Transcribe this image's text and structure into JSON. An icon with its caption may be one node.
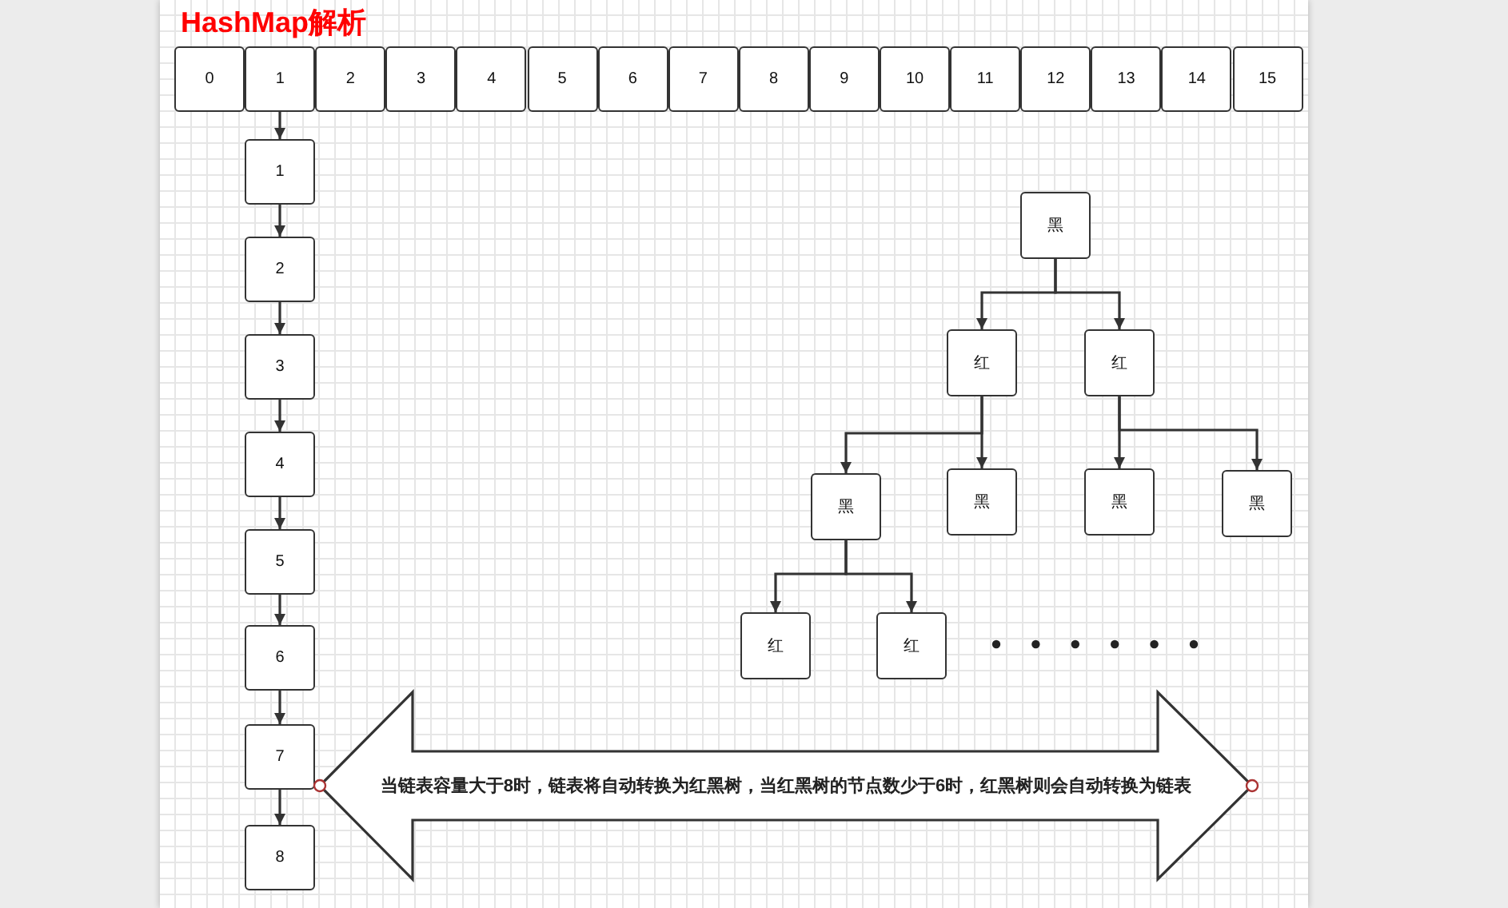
{
  "diagram": {
    "title": "HashMap解析",
    "nodes": [
      {
        "text": [
          "0"
        ]
      },
      {
        "text": [
          "1"
        ]
      },
      {
        "text": [
          "2"
        ]
      },
      {
        "text": [
          "3"
        ]
      },
      {
        "text": [
          "4"
        ]
      },
      {
        "text": [
          "5"
        ]
      },
      {
        "text": [
          "6"
        ]
      },
      {
        "text": [
          "7"
        ]
      },
      {
        "text": [
          "8"
        ]
      },
      {
        "text": [
          "9"
        ]
      },
      {
        "text": [
          "10"
        ]
      },
      {
        "text": [
          "11"
        ]
      },
      {
        "text": [
          "12"
        ]
      },
      {
        "text": [
          "13"
        ]
      },
      {
        "text": [
          "14"
        ]
      },
      {
        "text": [
          "15"
        ]
      },
      {
        "text": [
          "1"
        ]
      },
      {
        "text": [
          "2"
        ]
      },
      {
        "text": [
          "3"
        ]
      },
      {
        "text": [
          "4"
        ]
      },
      {
        "text": [
          "5"
        ]
      },
      {
        "text": [
          "6"
        ]
      },
      {
        "text": [
          "7"
        ]
      },
      {
        "text": [
          "8"
        ]
      },
      {
        "text": [
          "黑"
        ]
      },
      {
        "text": [
          "红"
        ]
      },
      {
        "text": [
          "红"
        ]
      },
      {
        "text": [
          "黑"
        ]
      },
      {
        "text": [
          "黑"
        ]
      },
      {
        "text": [
          "黑"
        ]
      },
      {
        "text": [
          "黑"
        ]
      },
      {
        "text": [
          "红"
        ]
      },
      {
        "text": [
          "红"
        ]
      },
      {
        "text": [
          "当链表容量大于8时，链表将自动转换为红黑树，当红黑树的节点数少于6时，红黑树则会自动转换为链表"
        ]
      }
    ],
    "edges": [
      {
        "from": 1,
        "to": 16,
        "arrow": "to"
      },
      {
        "from": 16,
        "to": 17,
        "arrow": "to"
      },
      {
        "from": 17,
        "to": 18,
        "arrow": "to"
      },
      {
        "from": 18,
        "to": 19,
        "arrow": "to"
      },
      {
        "from": 19,
        "to": 20,
        "arrow": "to"
      },
      {
        "from": 20,
        "to": 21,
        "arrow": "to"
      },
      {
        "from": 21,
        "to": 22,
        "arrow": "to"
      },
      {
        "from": 22,
        "to": 23,
        "arrow": "to"
      },
      {
        "from": 24,
        "to": 25,
        "arrow": "to"
      },
      {
        "from": 24,
        "to": 26,
        "arrow": "to"
      },
      {
        "from": 25,
        "to": 27,
        "arrow": "to"
      },
      {
        "from": 25,
        "to": 28,
        "arrow": "to"
      },
      {
        "from": 26,
        "to": 29,
        "arrow": "to"
      },
      {
        "from": 26,
        "to": 30,
        "arrow": "to"
      },
      {
        "from": 27,
        "to": 31,
        "arrow": "to"
      },
      {
        "from": 27,
        "to": 32,
        "arrow": "to"
      }
    ]
  }
}
